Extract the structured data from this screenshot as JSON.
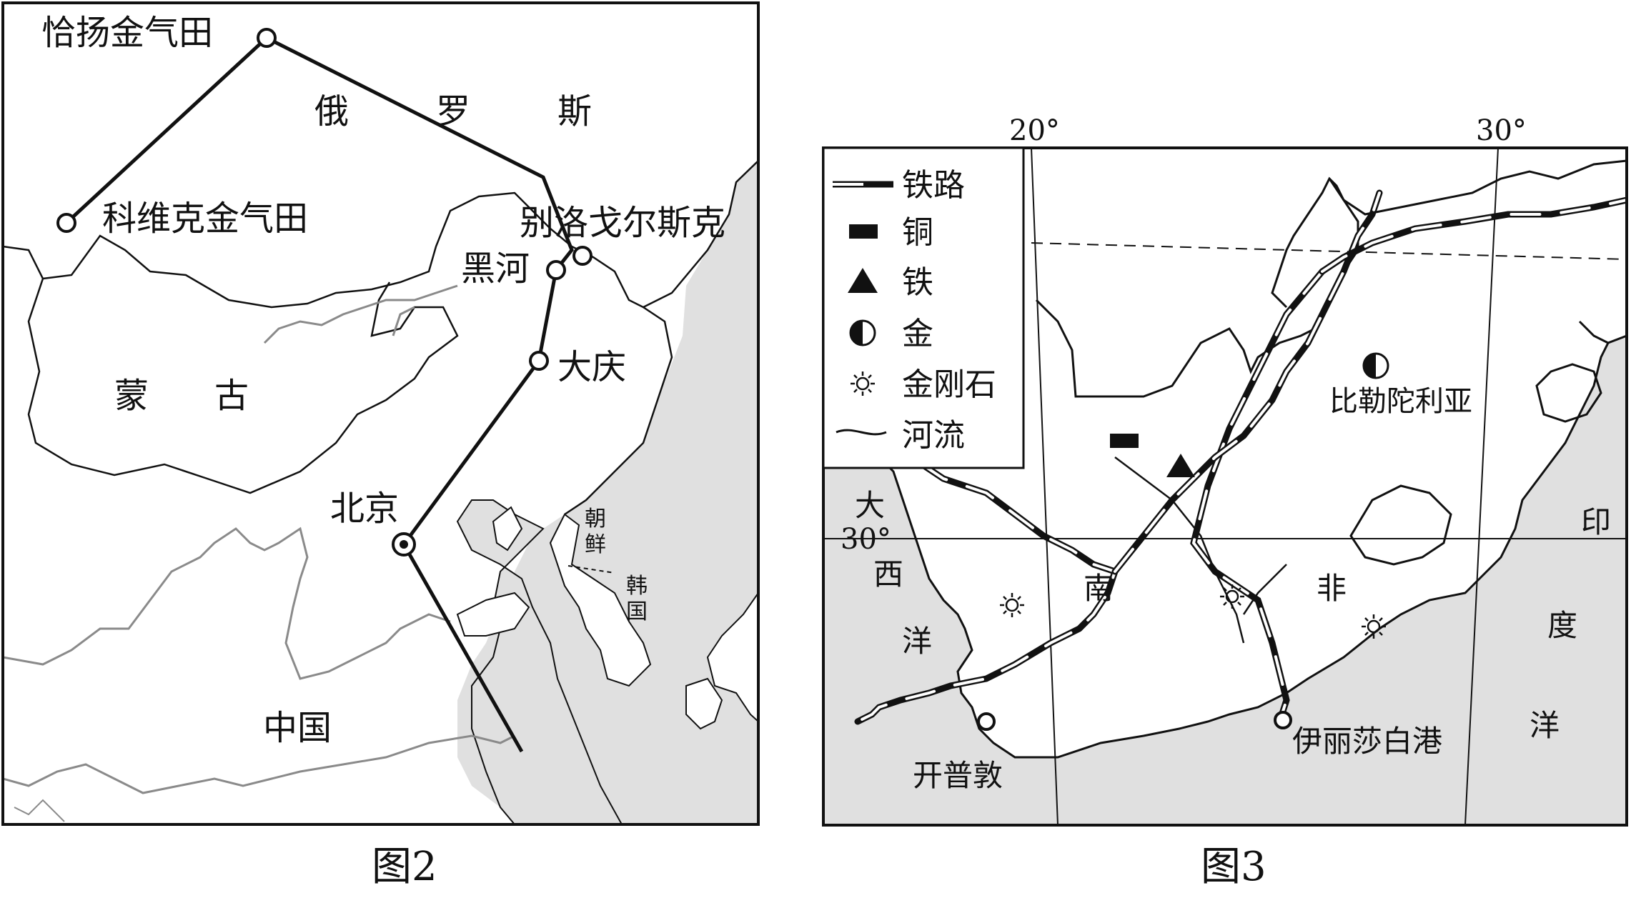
{
  "figure2": {
    "caption": "图2",
    "places": {
      "qiayang": "恰扬金气田",
      "kewike": "科维克金气田",
      "russia": [
        "俄",
        "罗",
        "斯"
      ],
      "belogorsk": "别洛戈尔斯克",
      "heihe": "黑河",
      "daqing": "大庆",
      "mongolia": [
        "蒙",
        "古"
      ],
      "beijing": "北京",
      "china": "中国",
      "korea_north": [
        "朝",
        "鲜"
      ],
      "korea_south": [
        "韩",
        "国"
      ]
    }
  },
  "figure3": {
    "caption": "图3",
    "longitudes": [
      "20°",
      "30°"
    ],
    "lat_label": "30°",
    "legend": {
      "railway": "铁路",
      "copper": "铜",
      "iron": "铁",
      "gold": "金",
      "diamond": "金刚石",
      "river": "河流"
    },
    "places": {
      "atlantic": [
        "大",
        "西",
        "洋"
      ],
      "indian": [
        "印",
        "度",
        "洋"
      ],
      "south_africa": [
        "南",
        "非"
      ],
      "pretoria": "比勒陀利亚",
      "cape_town": "开普敦",
      "port_elizabeth": "伊丽莎白港"
    }
  },
  "colors": {
    "sea": "#e0e0e0",
    "border": "#111111",
    "river": "#8a8a8a"
  }
}
